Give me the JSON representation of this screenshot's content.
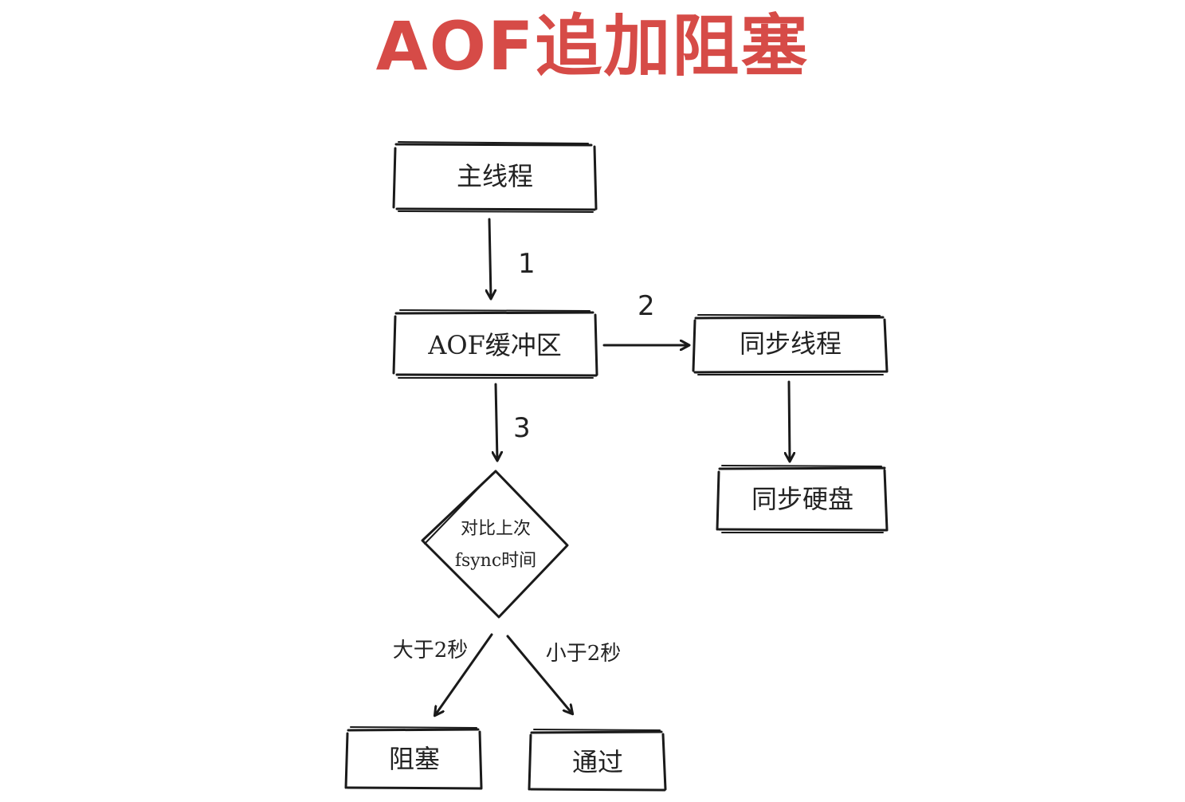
{
  "title": "AOF追加阻塞",
  "colors": {
    "title": "#d64b47",
    "ink": "#1a1a1a"
  },
  "nodes": {
    "main_thread": "主线程",
    "aof_buffer": "AOF缓冲区",
    "sync_thread": "同步线程",
    "sync_disk": "同步硬盘",
    "compare_line1": "对比上次",
    "compare_line2": "fsync时间",
    "block": "阻塞",
    "pass": "通过"
  },
  "edges": {
    "step1": "1",
    "step2": "2",
    "step3": "3",
    "greater": "大于2秒",
    "less": "小于2秒"
  }
}
